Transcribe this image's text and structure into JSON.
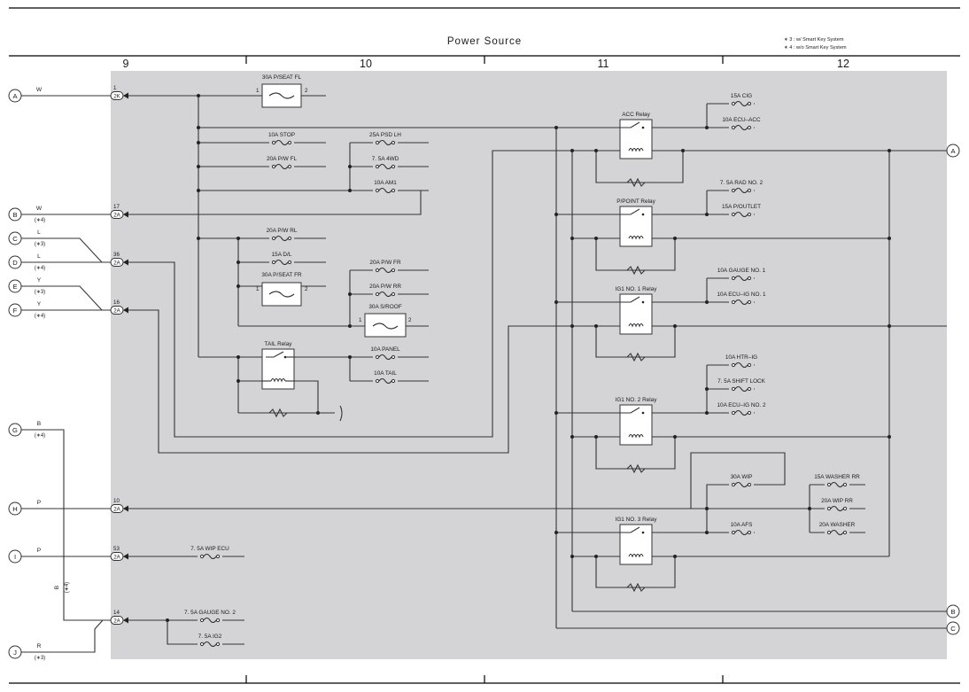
{
  "header": {
    "title": "Power Source",
    "notes": [
      "∗ 3 : w/ Smart Key System",
      "∗ 4 : w/o Smart Key System"
    ],
    "columns": [
      "9",
      "10",
      "11",
      "12"
    ]
  },
  "connector_codes": {
    "1": "2K",
    "17": "2A",
    "36": "2A",
    "16": "2A",
    "10": "2A",
    "53": "2A",
    "14": "2A"
  },
  "left_connectors": [
    {
      "id": "A",
      "wire": "W",
      "note": "",
      "pin": "1"
    },
    {
      "id": "B",
      "wire": "W",
      "note": "(∗4)",
      "pin": "17"
    },
    {
      "id": "C",
      "wire": "L",
      "note": "(∗3)",
      "pin": "36"
    },
    {
      "id": "D",
      "wire": "L",
      "note": "(∗4)",
      "pin": "36"
    },
    {
      "id": "E",
      "wire": "Y",
      "note": "(∗3)",
      "pin": "16"
    },
    {
      "id": "F",
      "wire": "Y",
      "note": "(∗4)",
      "pin": "16"
    },
    {
      "id": "G",
      "wire": "B",
      "note": "(∗4)",
      "pin": ""
    },
    {
      "id": "H",
      "wire": "P",
      "note": "",
      "pin": "10"
    },
    {
      "id": "I",
      "wire": "P",
      "note": "",
      "pin": "53"
    },
    {
      "id": "J",
      "wire": "R",
      "note": "(∗3)",
      "pin": "14"
    }
  ],
  "right_connectors": [
    "A",
    "B",
    "C"
  ],
  "bypass_wire": {
    "color": "B",
    "note": "(∗4)"
  },
  "fuses": {
    "pseat_fl": "30A P/SEAT FL",
    "stop": "10A STOP",
    "pw_fl": "20A P/W FL",
    "psd_lh": "25A PSD LH",
    "4wd": "7. 5A 4WD",
    "am1": "10A AM1",
    "pw_rl": "20A P/W RL",
    "dl": "15A D/L",
    "pseat_fr": "30A P/SEAT FR",
    "pw_fr": "20A P/W FR",
    "pw_rr": "20A P/W RR",
    "sroof": "30A S/ROOF",
    "panel": "10A PANEL",
    "tail": "10A TAIL",
    "wip_ecu": "7. 5A WIP ECU",
    "gauge2": "7. 5A GAUGE NO. 2",
    "ig2": "7. 5A IG2",
    "cig": "15A CIG",
    "ecu_acc": "10A ECU–ACC",
    "rad2": "7. 5A RAD NO. 2",
    "p_outlet": "15A P/OUTLET",
    "gauge1": "10A GAUGE NO. 1",
    "ecu_ig1": "10A ECU–IG NO. 1",
    "htr_ig": "10A HTR–IG",
    "shift_lock": "7. 5A SHIFT LOCK",
    "ecu_ig2": "10A ECU–IG NO. 2",
    "wip": "30A WIP",
    "afs": "10A AFS",
    "washer_rr": "15A WASHER RR",
    "wip_rr": "20A WIP RR",
    "washer": "20A WASHER"
  },
  "relays": {
    "tail": "TAIL Relay",
    "acc": "ACC Relay",
    "ppoint": "P/POINT Relay",
    "ig1_1": "IG1 NO. 1 Relay",
    "ig1_2": "IG1 NO. 2 Relay",
    "ig1_3": "IG1 NO. 3 Relay"
  },
  "pin_numbers": {
    "one": "1",
    "two": "2"
  }
}
